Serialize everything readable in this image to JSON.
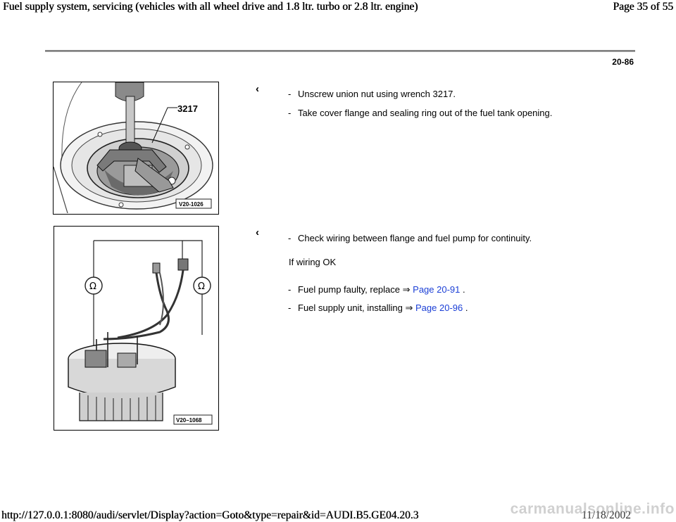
{
  "header": {
    "title": "Fuel supply system, servicing (vehicles with all wheel drive and 1.8 ltr. turbo or 2.8 ltr. engine)",
    "page": "Page 35 of 55"
  },
  "page_number": "20-86",
  "section1": {
    "figure_tool_label": "3217",
    "figure_code": "V20-1026",
    "steps": [
      "Unscrew union nut using wrench 3217.",
      "Take cover flange and sealing ring out of the fuel tank opening."
    ]
  },
  "section2": {
    "figure_code": "V20–1068",
    "step": "Check wiring between flange and fuel pump for continuity.",
    "condition": "If wiring OK",
    "links": [
      {
        "text": "Fuel pump faulty, replace",
        "ref": "Page 20-91"
      },
      {
        "text": "Fuel supply unit, installing",
        "ref": "Page 20-96"
      }
    ]
  },
  "footer": {
    "url": "http://127.0.0.1:8080/audi/servlet/Display?action=Goto&type=repair&id=AUDI.B5.GE04.20.3",
    "date": "11/18/2002",
    "watermark": "carmanualsonline.info"
  },
  "glyphs": {
    "pointer_arrow": "‹",
    "dash": "-",
    "ref_arrow": "⇒",
    "period": ".",
    "ohm": "Ω"
  }
}
